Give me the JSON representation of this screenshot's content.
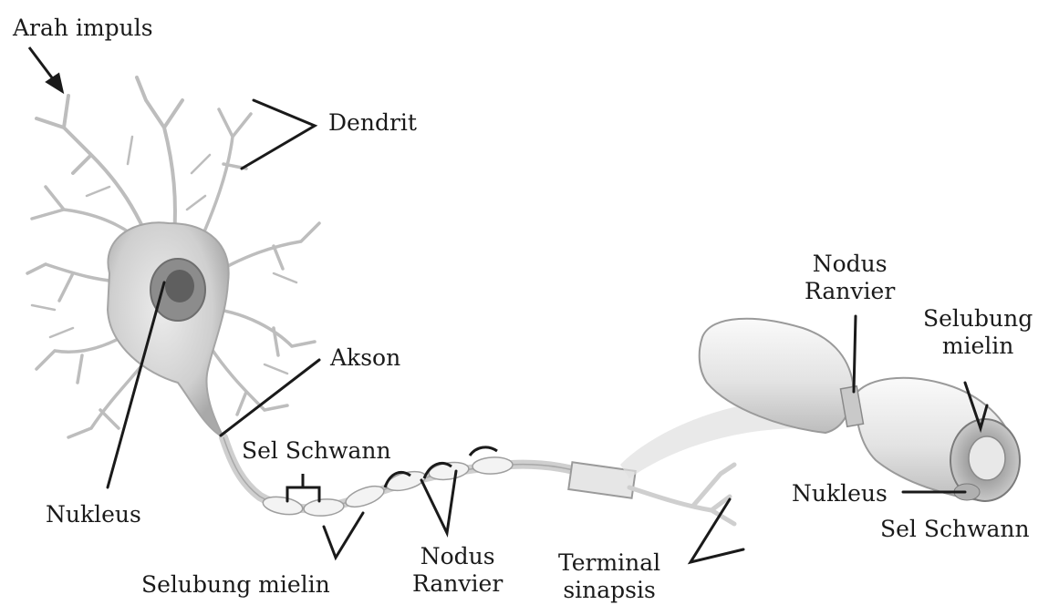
{
  "labels": {
    "arah_impuls": "Arah impuls",
    "dendrit": "Dendrit",
    "akson": "Akson",
    "nukleus_left": "Nukleus",
    "sel_schwann_left": "Sel Schwann",
    "selubung_mielin_left": "Selubung mielin",
    "nodus_ranvier_left_line1": "Nodus",
    "nodus_ranvier_left_line2": "Ranvier",
    "terminal_line1": "Terminal",
    "terminal_line2": "sinapsis",
    "nodus_ranvier_right_line1": "Nodus",
    "nodus_ranvier_right_line2": "Ranvier",
    "selubung_mielin_right_line1": "Selubung",
    "selubung_mielin_right_line2": "mielin",
    "nukleus_right": "Nukleus",
    "sel_schwann_right": "Sel Schwann"
  },
  "colors": {
    "background": "#ffffff",
    "cell_fill": "#d9d9d9",
    "cell_shade": "#b8b8b8",
    "line": "#1a1a1a",
    "myelin": "#e8e8e8"
  }
}
